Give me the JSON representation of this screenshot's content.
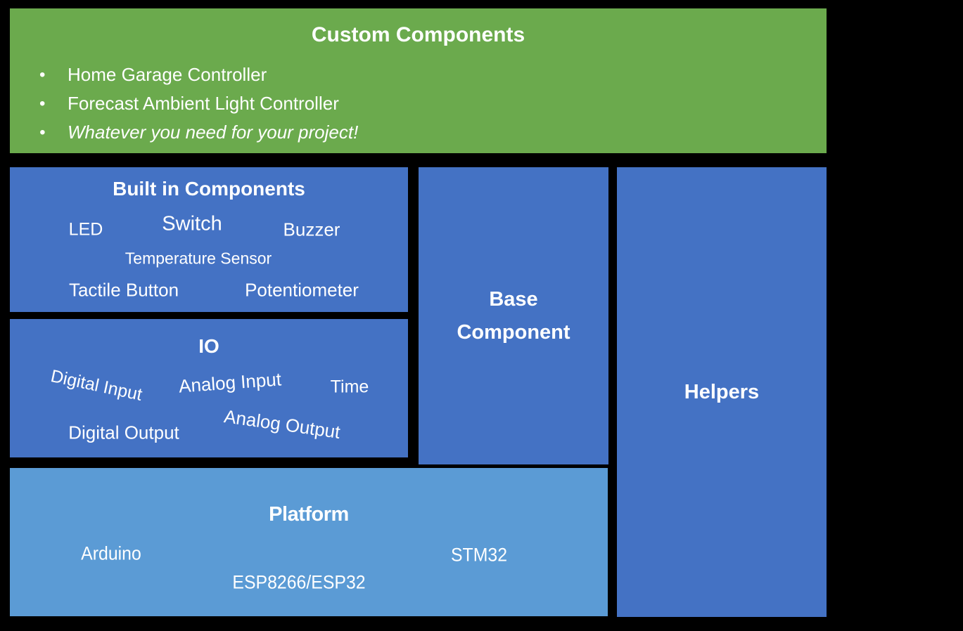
{
  "custom_components": {
    "title": "Custom Components",
    "bullets": [
      "Home Garage Controller",
      "Forecast Ambient Light Controller",
      "Whatever you need for your project!"
    ]
  },
  "built_in": {
    "title": "Built in Components",
    "items": [
      "LED",
      "Switch",
      "Buzzer",
      "Temperature Sensor",
      "Tactile Button",
      "Potentiometer"
    ]
  },
  "io": {
    "title": "IO",
    "items": [
      "Digital Input",
      "Analog Input",
      "Time",
      "Digital Output",
      "Analog Output"
    ]
  },
  "base_component": {
    "lines": [
      "Base",
      "Component"
    ]
  },
  "helpers": {
    "title": "Helpers"
  },
  "platform": {
    "title": "Platform",
    "items": [
      "Arduino",
      "STM32",
      "ESP8266/ESP32"
    ]
  },
  "colors": {
    "green": "#6baa4d",
    "blue": "#4472c4",
    "light_blue": "#5b9bd5",
    "background": "#000000",
    "text": "#ffffff"
  }
}
